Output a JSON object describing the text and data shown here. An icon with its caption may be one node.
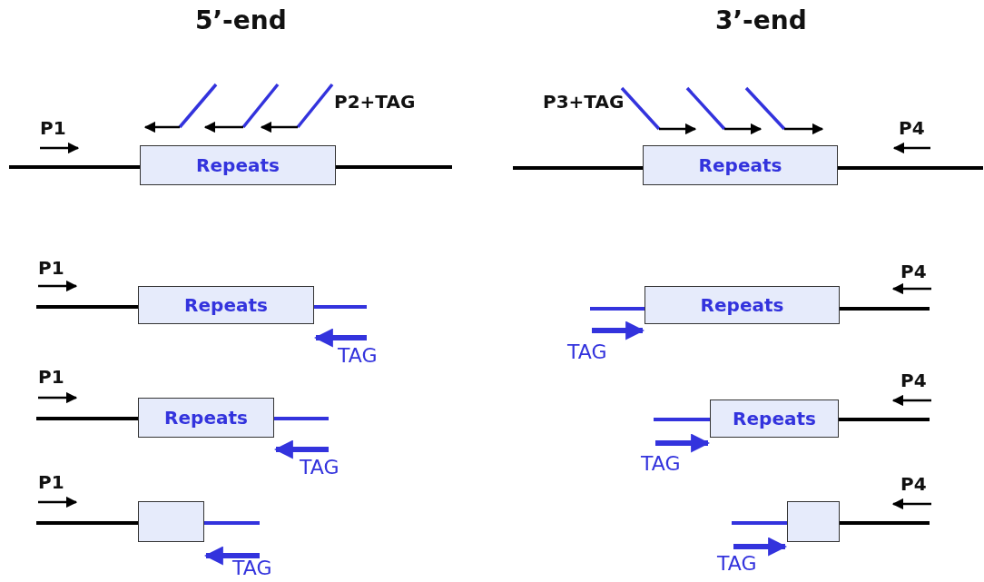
{
  "diagram": {
    "nodes": [
      {
        "text": [
          "Repeats"
        ]
      },
      {
        "text": [
          "Repeats"
        ]
      },
      {
        "text": [
          "Repeats"
        ]
      },
      {
        "text": [
          "Repeats"
        ]
      },
      {
        "text": [
          "Repeats"
        ]
      },
      {
        "text": [
          "Repeats"
        ]
      },
      {
        "text": [],
        "shape": "box"
      },
      {
        "text": [],
        "shape": "box"
      }
    ],
    "labels": [
      "5’-end",
      "3’-end",
      "P2+TAG",
      "P3+TAG",
      "P1",
      "P4",
      "P1",
      "P4",
      "TAG",
      "TAG",
      "P1",
      "P4",
      "TAG",
      "TAG",
      "P1",
      "P4",
      "TAG",
      "TAG"
    ]
  }
}
